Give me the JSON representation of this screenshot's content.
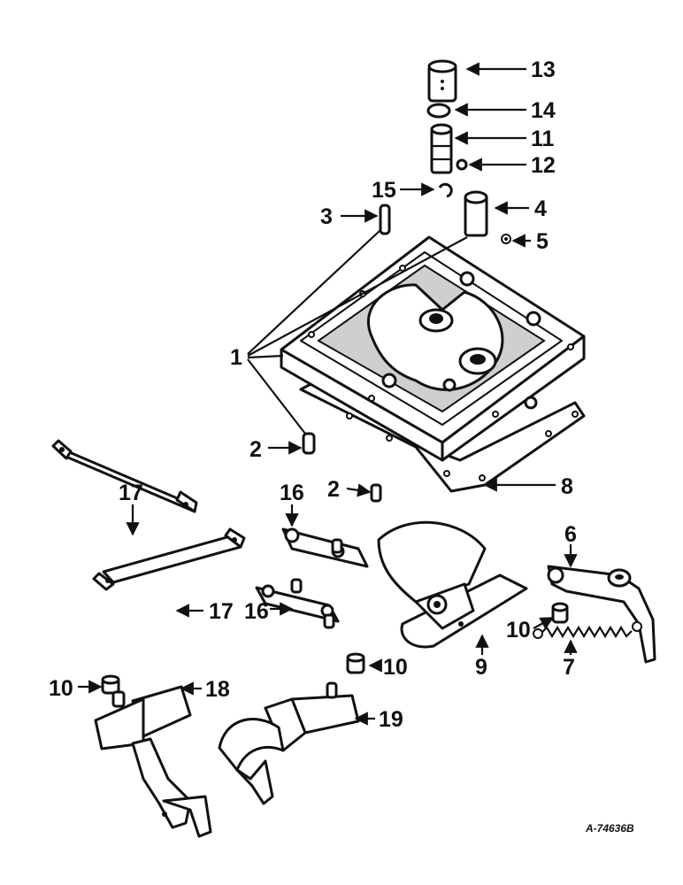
{
  "drawing_code": "A-74636B",
  "callouts": [
    {
      "id": "c1",
      "number": "1"
    },
    {
      "id": "c2a",
      "number": "2"
    },
    {
      "id": "c2b",
      "number": "2"
    },
    {
      "id": "c3",
      "number": "3"
    },
    {
      "id": "c4",
      "number": "4"
    },
    {
      "id": "c5",
      "number": "5"
    },
    {
      "id": "c6",
      "number": "6"
    },
    {
      "id": "c7",
      "number": "7"
    },
    {
      "id": "c8",
      "number": "8"
    },
    {
      "id": "c9",
      "number": "9"
    },
    {
      "id": "c10a",
      "number": "10"
    },
    {
      "id": "c10b",
      "number": "10"
    },
    {
      "id": "c10c",
      "number": "10"
    },
    {
      "id": "c11",
      "number": "11"
    },
    {
      "id": "c12",
      "number": "12"
    },
    {
      "id": "c13",
      "number": "13"
    },
    {
      "id": "c14",
      "number": "14"
    },
    {
      "id": "c15",
      "number": "15"
    },
    {
      "id": "c16a",
      "number": "16"
    },
    {
      "id": "c16b",
      "number": "16"
    },
    {
      "id": "c17a",
      "number": "17"
    },
    {
      "id": "c17b",
      "number": "17"
    },
    {
      "id": "c18",
      "number": "18"
    },
    {
      "id": "c19",
      "number": "19"
    }
  ]
}
